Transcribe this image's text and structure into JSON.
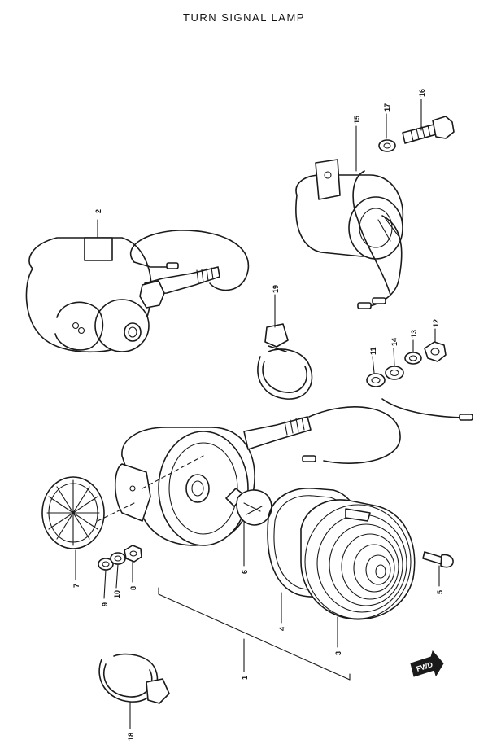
{
  "title": "TURN SIGNAL LAMP",
  "fwd_label": "FWD",
  "callouts": [
    {
      "id": "1",
      "label": "1"
    },
    {
      "id": "2",
      "label": "2"
    },
    {
      "id": "3",
      "label": "3"
    },
    {
      "id": "4",
      "label": "4"
    },
    {
      "id": "5",
      "label": "5"
    },
    {
      "id": "6",
      "label": "6"
    },
    {
      "id": "7",
      "label": "7"
    },
    {
      "id": "8",
      "label": "8"
    },
    {
      "id": "9",
      "label": "9"
    },
    {
      "id": "10",
      "label": "10"
    },
    {
      "id": "11",
      "label": "11"
    },
    {
      "id": "12",
      "label": "12"
    },
    {
      "id": "13",
      "label": "13"
    },
    {
      "id": "14",
      "label": "14"
    },
    {
      "id": "15",
      "label": "15"
    },
    {
      "id": "16",
      "label": "16"
    },
    {
      "id": "17",
      "label": "17"
    },
    {
      "id": "18",
      "label": "18"
    },
    {
      "id": "19",
      "label": "19"
    }
  ]
}
